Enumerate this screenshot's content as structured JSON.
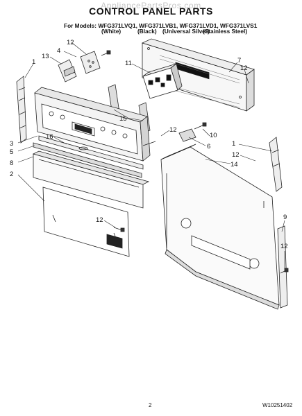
{
  "watermark": "AppliancePartsPros.com",
  "title": "CONTROL PANEL PARTS",
  "models_line": "For Models: WFG371LVQ1, WFG371LVB1, WFG371LVD1, WFG371LVS1",
  "colors": [
    "(White)",
    "(Black)",
    "(Universal Silver)",
    "(Stainless Steel)"
  ],
  "page_number": "2",
  "doc_number": "W10251402",
  "callouts": [
    "1",
    "12",
    "4",
    "13",
    "11",
    "7",
    "12",
    "15",
    "12",
    "3",
    "16",
    "5",
    "8",
    "2",
    "10",
    "6",
    "1",
    "12",
    "14",
    "12",
    "9",
    "12"
  ]
}
